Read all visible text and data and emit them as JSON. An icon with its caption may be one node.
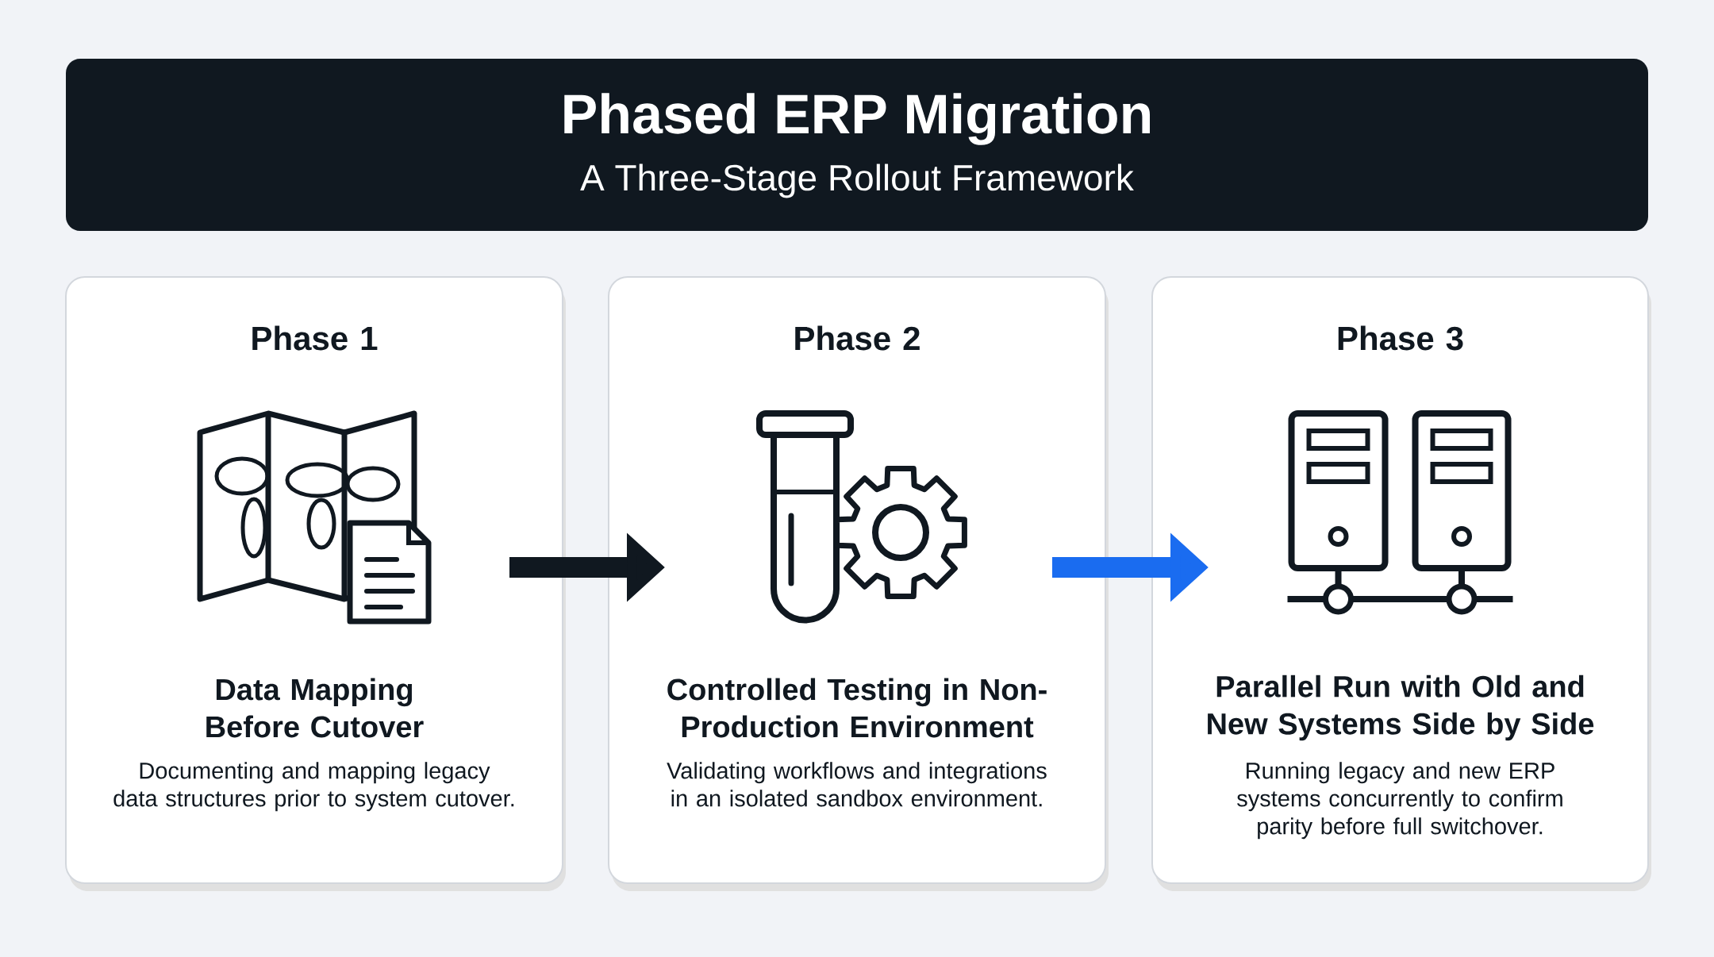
{
  "diagram": {
    "title": "Phased ERP Migration",
    "nodes": [
      {
        "text": [
          "Phase 1",
          "Data Mapping Before Cutover",
          "Documenting and mapping legacy data structures prior to system cutover."
        ]
      },
      {
        "text": [
          "Phase 2",
          "Controlled Testing in Non-Production Environment",
          "Validating workflows and integrations in an isolated sandbox environment."
        ]
      },
      {
        "text": [
          "Phase 3",
          "Parallel Run with Old and New Systems Side by Side",
          "Running legacy and new ERP systems concurrently to confirm parity before full switchover."
        ]
      }
    ],
    "edges": [
      {
        "from": 0,
        "to": 1,
        "arrow": "to"
      },
      {
        "from": 1,
        "to": 2,
        "arrow": "to",
        "color": "#1a6cf0"
      }
    ],
    "labels": [
      "A Three-Stage Rollout Framework"
    ]
  }
}
